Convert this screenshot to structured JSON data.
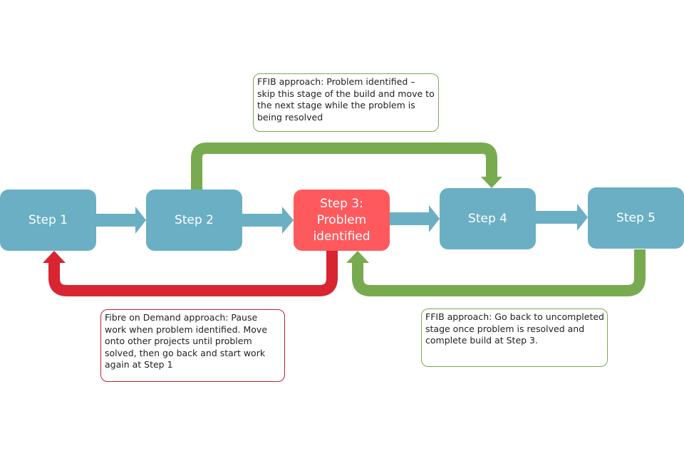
{
  "diagram": {
    "colors": {
      "step": "#6aafc4",
      "problem_step": "#fe5a5e",
      "fod_path": "#d92432",
      "ffib_path": "#78ab50"
    },
    "steps": [
      {
        "id": "step1",
        "label": "Step 1"
      },
      {
        "id": "step2",
        "label": "Step 2"
      },
      {
        "id": "step3",
        "label": "Step 3: Problem identified",
        "lines": [
          "Step 3:",
          "Problem",
          "identified"
        ]
      },
      {
        "id": "step4",
        "label": "Step 4"
      },
      {
        "id": "step5",
        "label": "Step 5"
      }
    ],
    "connections": [
      {
        "from": "step1",
        "to": "step2",
        "type": "forward"
      },
      {
        "from": "step2",
        "to": "step3",
        "type": "forward"
      },
      {
        "from": "step3",
        "to": "step4",
        "type": "forward"
      },
      {
        "from": "step4",
        "to": "step5",
        "type": "forward"
      },
      {
        "from": "step2",
        "to": "step4",
        "type": "ffib-skip"
      },
      {
        "from": "step3",
        "to": "step1",
        "type": "fod-return"
      },
      {
        "from": "step5",
        "to": "step3",
        "type": "ffib-return"
      }
    ],
    "notes": {
      "ffib_skip": "FFIB approach: Problem identified – skip this stage of the build and move to the next stage while the problem is being resolved",
      "fod": "Fibre on Demand approach: Pause work when problem identified. Move onto other projects until problem solved, then go back and start work again at Step 1",
      "ffib_return": "FFIB approach: Go back to uncompleted stage once problem is resolved and complete build at Step 3."
    }
  }
}
